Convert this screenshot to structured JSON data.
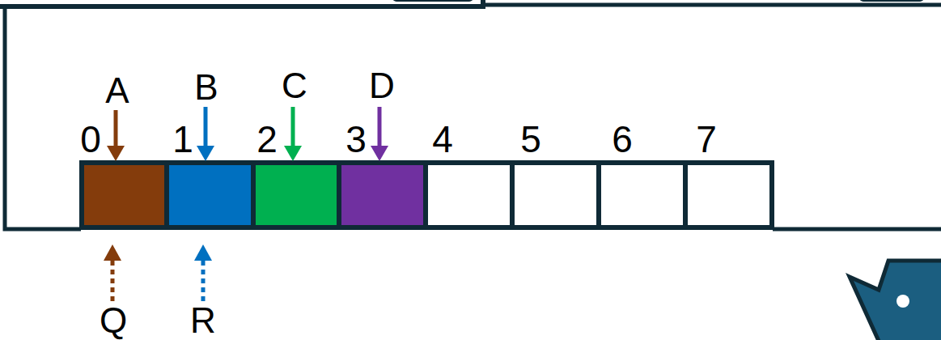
{
  "diagram": {
    "labels": [
      "A",
      "B",
      "C",
      "D",
      "0",
      "1",
      "2",
      "3",
      "4",
      "5",
      "6",
      "7",
      "Q",
      "R"
    ]
  }
}
